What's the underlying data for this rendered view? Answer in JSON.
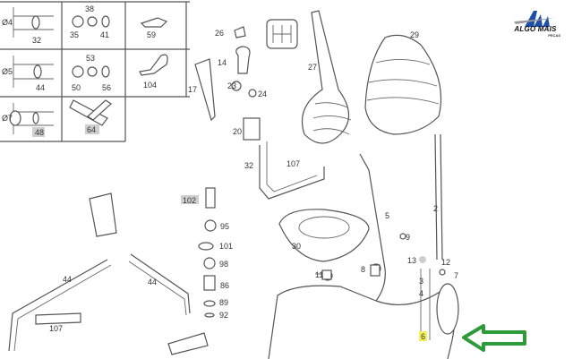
{
  "logo": {
    "brand": "ALGO MAIS",
    "sub": "PEÇAS",
    "monogram": "AM"
  },
  "legend_grid": {
    "cells": [
      {
        "dim": "Ø4",
        "parts": [
          "32"
        ]
      },
      {
        "parts": [
          "38",
          "35",
          "41"
        ]
      },
      {
        "parts": [
          "59"
        ]
      },
      {
        "dim": "Ø5",
        "parts": [
          "44"
        ]
      },
      {
        "parts": [
          "53",
          "50",
          "56"
        ]
      },
      {
        "parts": [
          "104"
        ]
      },
      {
        "dim": "Ø7",
        "parts": [
          "48"
        ]
      },
      {
        "parts": [
          "64"
        ]
      }
    ]
  },
  "callouts": {
    "c26": "26",
    "c29": "29",
    "c27": "27",
    "c14": "14",
    "c17": "17",
    "c23": "23",
    "c24": "24",
    "c20": "20",
    "c32": "32",
    "c107a": "107",
    "c2": "2",
    "c5": "5",
    "c30": "30",
    "c9": "9",
    "c102": "102",
    "c95": "95",
    "c101": "101",
    "c98": "98",
    "c86": "86",
    "c89": "89",
    "c92": "92",
    "c44a": "44",
    "c44b": "44",
    "c107b": "107",
    "c13": "13",
    "c12": "12",
    "c7": "7",
    "c11": "11",
    "c8": "8",
    "c3": "3",
    "c4": "4",
    "c6": "6"
  },
  "colors": {
    "arrow": "#2e9b3a",
    "highlight_yellow": "#f2ef5a",
    "highlight_gray": "#cfcfcf",
    "logo_blue": "#1e4fa8"
  }
}
